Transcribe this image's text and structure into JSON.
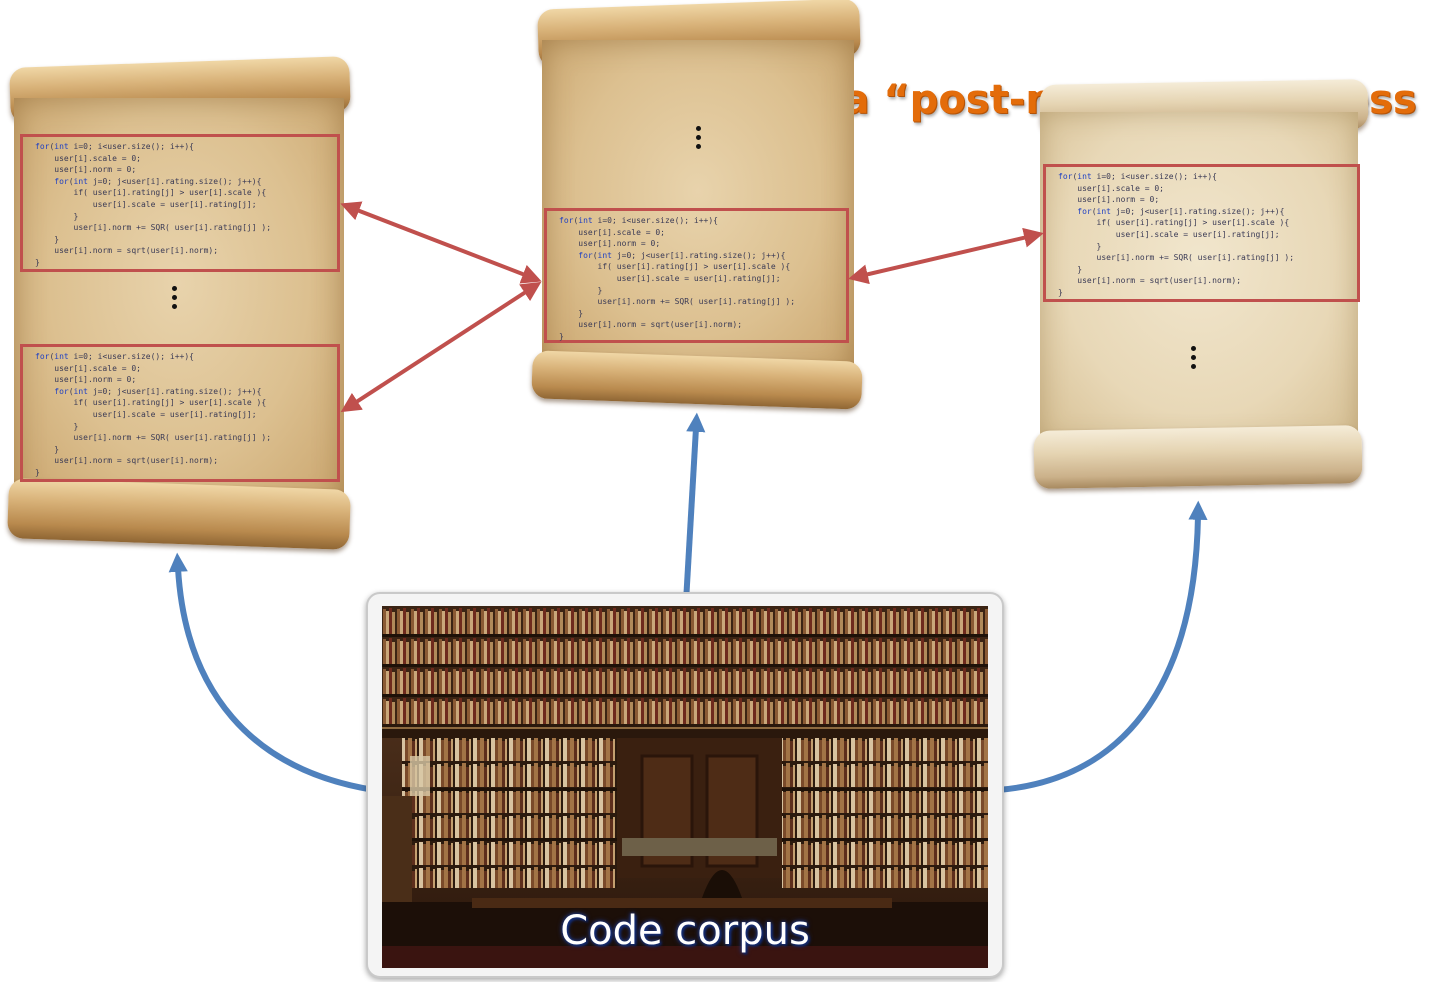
{
  "headline": "Usually, it is a “post-mortem” process",
  "caption": "Code corpus",
  "code_lines": [
    "for(int i=0; i<user.size(); i++){",
    "    user[i].scale = 0;",
    "    user[i].norm = 0;",
    "    for(int j=0; j<user[i].rating.size(); j++){",
    "        if( user[i].rating[j] > user[i].scale ){",
    "            user[i].scale = user[i].rating[j];",
    "        }",
    "        user[i].norm += SQR( user[i].rating[j] );",
    "    }",
    "    user[i].norm = sqrt(user[i].norm);",
    "}"
  ],
  "colors": {
    "headline": "#e36c0a",
    "highlight_box": "#c0504d",
    "red_arrow": "#c0504d",
    "blue_arrow": "#4f81bd"
  },
  "icons": [
    "vertical-ellipsis-icon",
    "scroll-image",
    "library-photo"
  ]
}
